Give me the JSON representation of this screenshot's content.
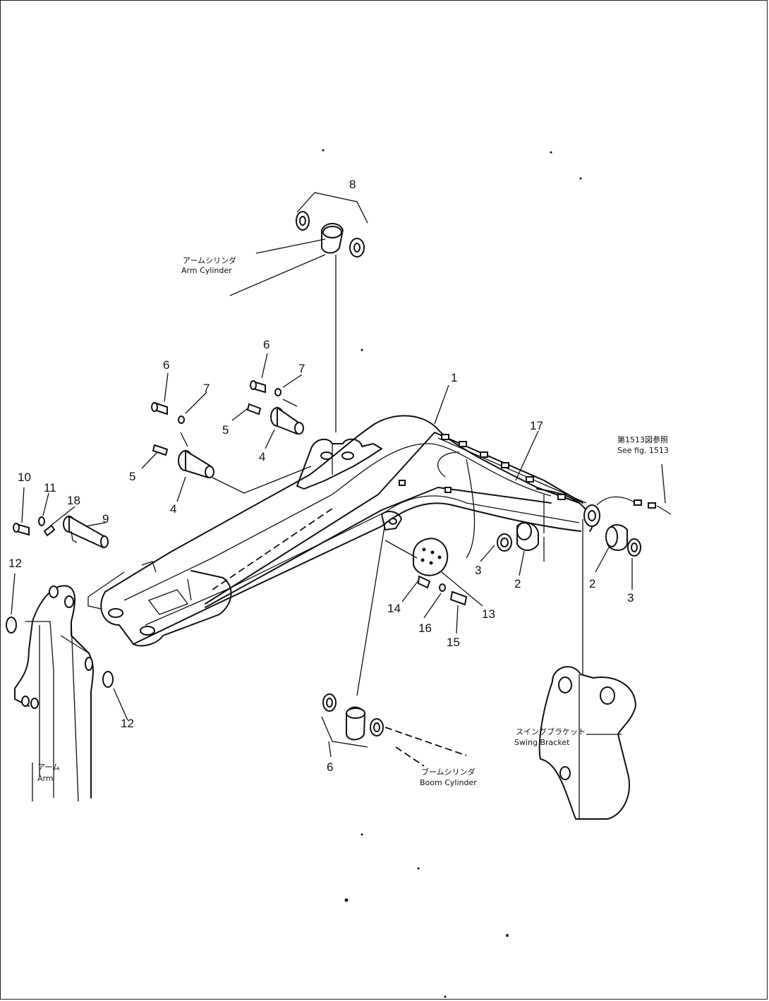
{
  "diagram": {
    "part_numbers": [
      {
        "id": "1",
        "text": "1"
      },
      {
        "id": "2a",
        "text": "2"
      },
      {
        "id": "2b",
        "text": "2"
      },
      {
        "id": "3a",
        "text": "3"
      },
      {
        "id": "3b",
        "text": "3"
      },
      {
        "id": "4a",
        "text": "4"
      },
      {
        "id": "4b",
        "text": "4"
      },
      {
        "id": "5a",
        "text": "5"
      },
      {
        "id": "5b",
        "text": "5"
      },
      {
        "id": "6a",
        "text": "6"
      },
      {
        "id": "6b",
        "text": "6"
      },
      {
        "id": "6c",
        "text": "6"
      },
      {
        "id": "7a",
        "text": "7"
      },
      {
        "id": "7b",
        "text": "7"
      },
      {
        "id": "8",
        "text": "8"
      },
      {
        "id": "9",
        "text": "9"
      },
      {
        "id": "10",
        "text": "10"
      },
      {
        "id": "11",
        "text": "11"
      },
      {
        "id": "12a",
        "text": "12"
      },
      {
        "id": "12b",
        "text": "12"
      },
      {
        "id": "13",
        "text": "13"
      },
      {
        "id": "14",
        "text": "14"
      },
      {
        "id": "15",
        "text": "15"
      },
      {
        "id": "16",
        "text": "16"
      },
      {
        "id": "17",
        "text": "17"
      },
      {
        "id": "18",
        "text": "18"
      }
    ],
    "labels": {
      "arm_cylinder_jp": "アームシリンダ",
      "arm_cylinder_en": "Arm Cylinder",
      "see_fig_jp": "第1513図参照",
      "see_fig_en": "See fig. 1513",
      "swing_bracket_jp": "スイングブラケット",
      "swing_bracket_en": "Swing Bracket",
      "boom_cylinder_jp": "ブームシリンダ",
      "boom_cylinder_en": "Boom Cylinder",
      "arm_jp": "アーム",
      "arm_en": "Arm"
    }
  }
}
